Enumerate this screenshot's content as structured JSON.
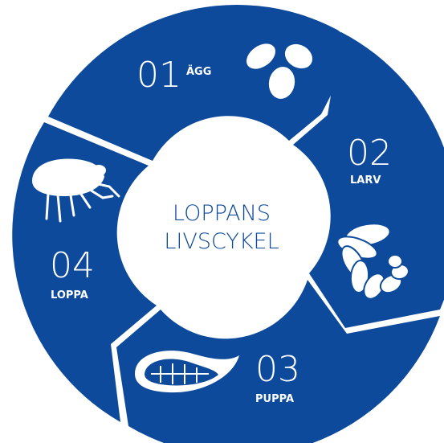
{
  "colors": {
    "segment": "#0d4a9c",
    "background": "#ffffff",
    "text_on_segment": "#ffffff",
    "center_fill": "#ffffff",
    "center_text": "#0d4a9c"
  },
  "center": {
    "line1": "LOPPANS",
    "line2": "LIVSCYKEL"
  },
  "stages": [
    {
      "number": "01",
      "label": "ÄGG",
      "icon": "eggs-icon"
    },
    {
      "number": "02",
      "label": "LARV",
      "icon": "larva-icon"
    },
    {
      "number": "03",
      "label": "PUPPA",
      "icon": "pupa-icon"
    },
    {
      "number": "04",
      "label": "LOPPA",
      "icon": "flea-icon"
    }
  ]
}
